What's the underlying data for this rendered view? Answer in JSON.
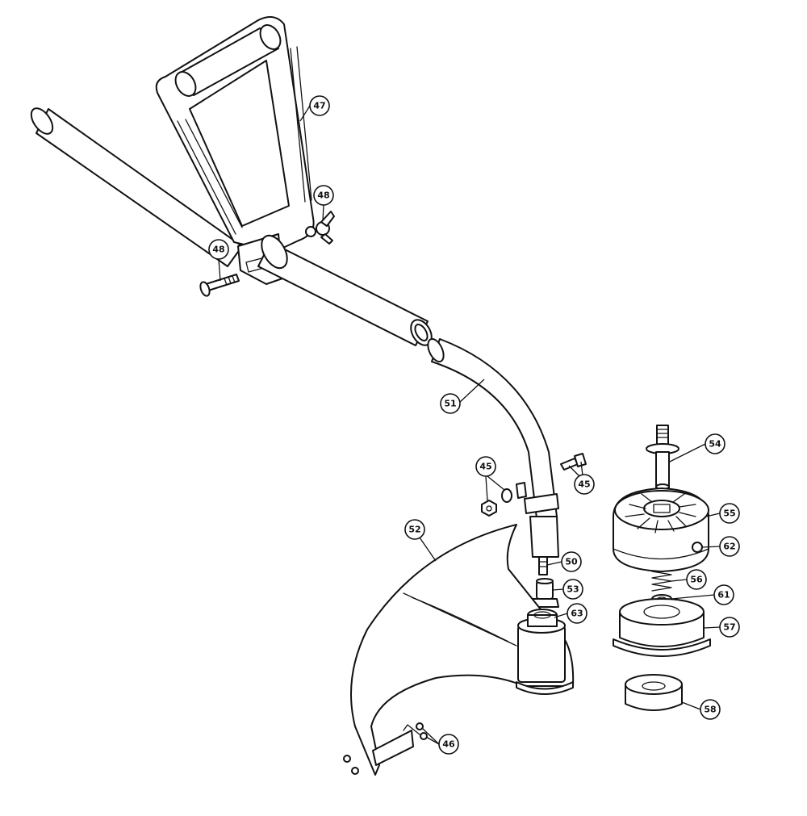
{
  "callouts": [
    {
      "id": "47",
      "label": "47"
    },
    {
      "id": "48a",
      "label": "48"
    },
    {
      "id": "48b",
      "label": "48"
    },
    {
      "id": "51",
      "label": "51"
    },
    {
      "id": "54",
      "label": "54"
    },
    {
      "id": "45a",
      "label": "45"
    },
    {
      "id": "45b",
      "label": "45"
    },
    {
      "id": "55",
      "label": "55"
    },
    {
      "id": "52",
      "label": "52"
    },
    {
      "id": "62",
      "label": "62"
    },
    {
      "id": "50",
      "label": "50"
    },
    {
      "id": "56",
      "label": "56"
    },
    {
      "id": "53",
      "label": "53"
    },
    {
      "id": "61",
      "label": "61"
    },
    {
      "id": "63",
      "label": "63"
    },
    {
      "id": "57",
      "label": "57"
    },
    {
      "id": "46",
      "label": "46"
    },
    {
      "id": "58",
      "label": "58"
    }
  ]
}
